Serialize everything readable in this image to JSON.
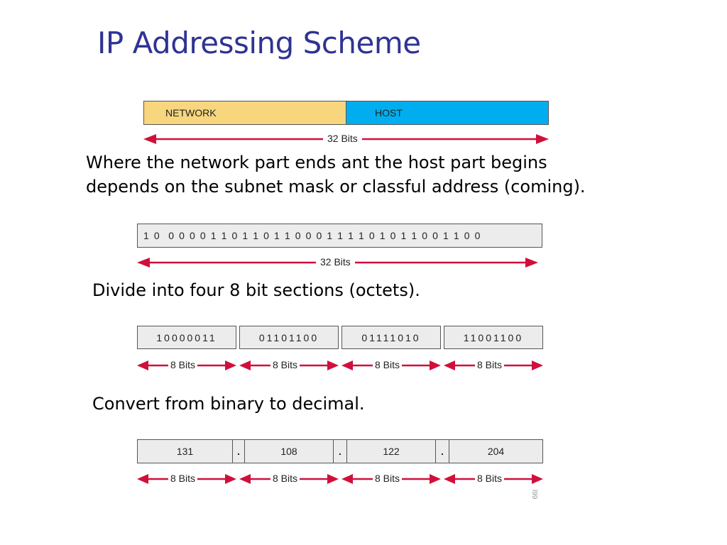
{
  "title": "IP Addressing Scheme",
  "paragraph1": {
    "line1": "Where the network part ends ant the host part begins",
    "line2": "depends on the subnet mask or classful address (coming)."
  },
  "paragraph2": "Divide into four 8 bit sections (octets).",
  "paragraph3": "Convert from binary to decimal.",
  "diagram1": {
    "network_label": "NETWORK",
    "host_label": "HOST",
    "bits_label": "32 Bits",
    "network_color": "#f7d67e",
    "host_color": "#00aeef"
  },
  "diagram2": {
    "bits": "1 0  0 0 0 0 1 1 0 1 1 0 1 1 0 0 0 1 1 1 1 0 1 0 1 1 0 0 1 1 0 0",
    "bits_label": "32 Bits",
    "fill_color": "#ececec"
  },
  "diagram3": {
    "octets": [
      "10000011",
      "01101100",
      "01111010",
      "11001100"
    ],
    "bits_label": "8 Bits"
  },
  "diagram4": {
    "decimals": [
      "131",
      "108",
      "122",
      "204"
    ],
    "separator": ".",
    "bits_label": "8 Bits"
  },
  "arrow_color": "#d0103a",
  "watermark": "l99"
}
